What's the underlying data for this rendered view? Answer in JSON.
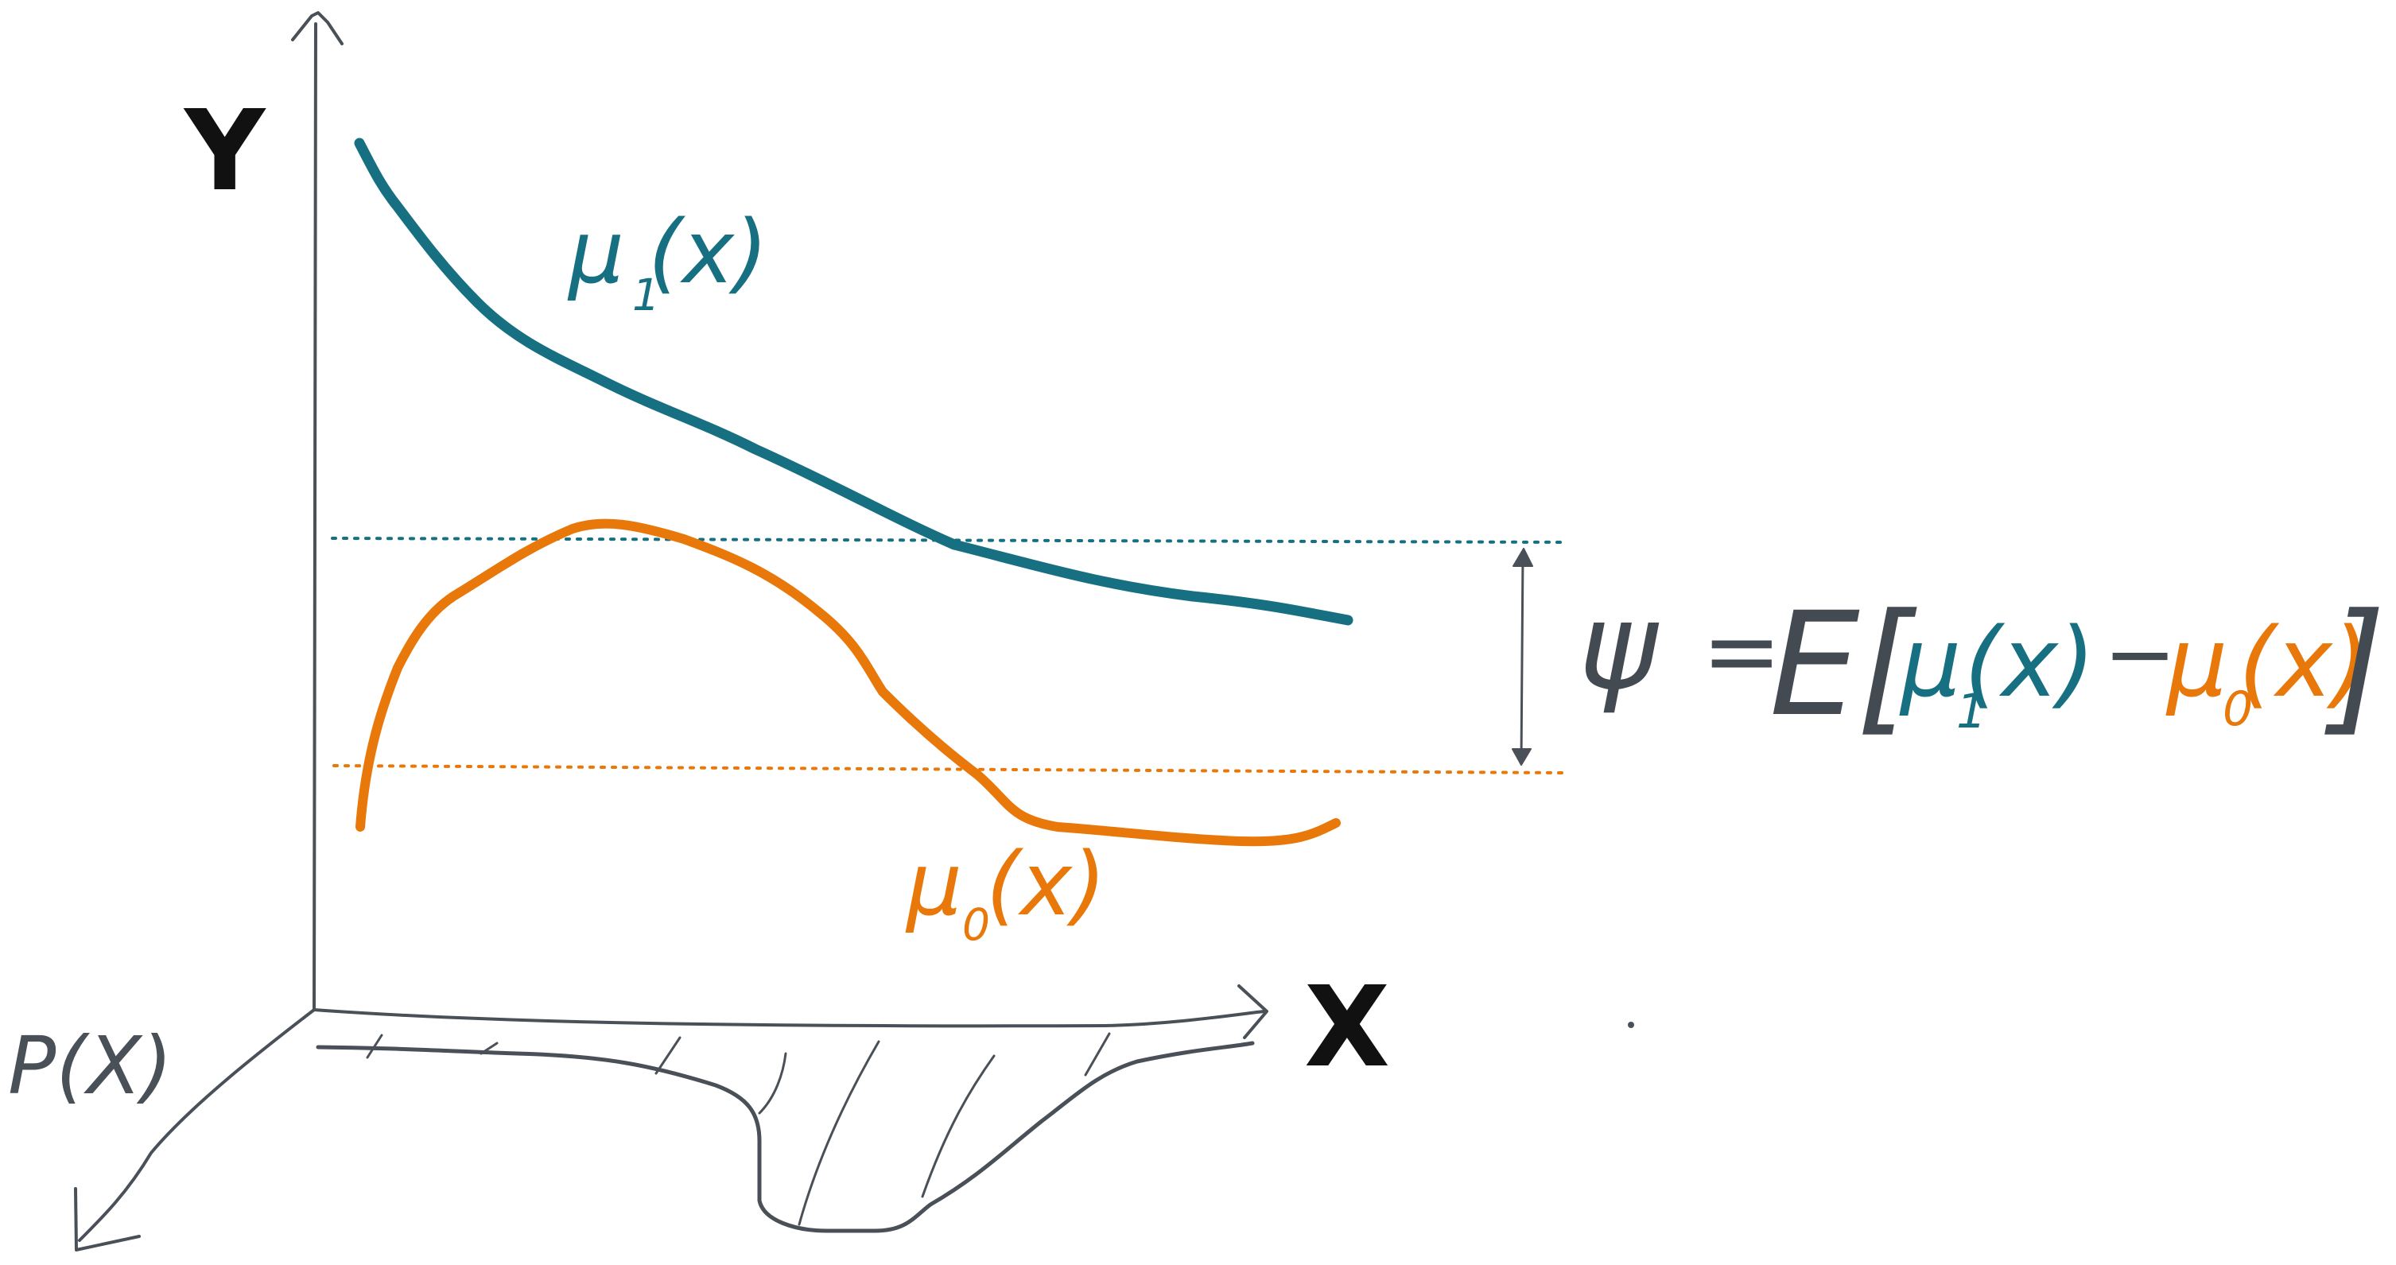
{
  "axes": {
    "y_label": "Y",
    "x_label": "X",
    "depth_label": "P(X)"
  },
  "curves": {
    "mu1": {
      "label_base": "μ",
      "label_sub": "1",
      "label_arg": "(x)",
      "color": "#177082"
    },
    "mu0": {
      "label_base": "μ",
      "label_sub": "0",
      "label_arg": "(x)",
      "color": "#E8780A"
    }
  },
  "formula": {
    "psi": "ψ",
    "equals": "=",
    "expectation": "E",
    "open_bracket": "[",
    "mu1_base": "μ",
    "mu1_sub": "1",
    "mu1_arg": "(x)",
    "minus": "−",
    "mu0_base": "μ",
    "mu0_sub": "0",
    "mu0_arg": "(x)",
    "close_bracket": "]",
    "ink_color": "#444A52"
  }
}
